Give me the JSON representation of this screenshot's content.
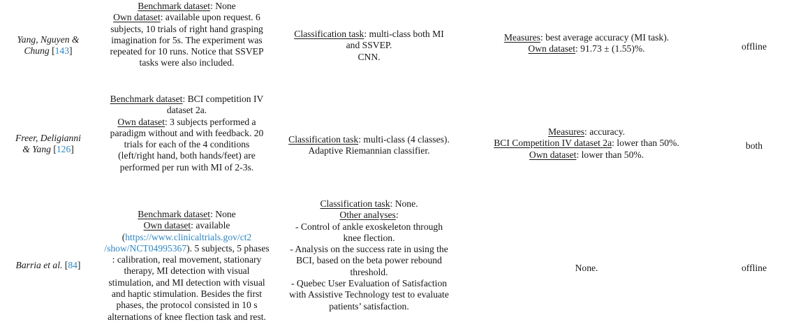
{
  "meta": {
    "link_color": "#2e86c1",
    "text_color": "#161616",
    "background_color": "#ffffff"
  },
  "table": {
    "rows": [
      {
        "study": "Yang, Nguyen & Chung [143]",
        "mode": "offline",
        "cells": {
          "authors": [
            {
              "s": "i",
              "t": "Yang, Nguyen &\nChung "
            },
            {
              "s": "p",
              "t": "["
            },
            {
              "s": "l",
              "t": "143",
              "n": "citation-ref-143"
            },
            {
              "s": "p",
              "t": "]"
            }
          ],
          "dataset": [
            {
              "s": "u",
              "t": "Benchmark dataset"
            },
            {
              "s": "p",
              "t": ": None\n"
            },
            {
              "s": "u",
              "t": "Own dataset"
            },
            {
              "s": "p",
              "t": ": available upon request. 6\nsubjects, 10 trials of right hand grasping\nimagination for 5s. The experiment was\nrepeated for 10 runs. Notice that SSVEP\ntasks were also included."
            }
          ],
          "classification": [
            {
              "s": "u",
              "t": "Classification task"
            },
            {
              "s": "p",
              "t": ": multi-class both MI\nand SSVEP.\nCNN."
            }
          ],
          "measures": [
            {
              "s": "u",
              "t": "Measures"
            },
            {
              "s": "p",
              "t": ": best average accuracy (MI task).\n"
            },
            {
              "s": "u",
              "t": "Own dataset"
            },
            {
              "s": "p",
              "t": ": 91.73 ± (1.55)%."
            }
          ]
        }
      },
      {
        "study": "Freer, Deligianni & Yang [126]",
        "mode": "both",
        "cells": {
          "authors": [
            {
              "s": "i",
              "t": "Freer, Deligianni\n& Yang "
            },
            {
              "s": "p",
              "t": "["
            },
            {
              "s": "l",
              "t": "126",
              "n": "citation-ref-126"
            },
            {
              "s": "p",
              "t": "]"
            }
          ],
          "dataset": [
            {
              "s": "u",
              "t": "Benchmark dataset"
            },
            {
              "s": "p",
              "t": ": BCI competition IV\ndataset 2a.\n"
            },
            {
              "s": "u",
              "t": "Own dataset"
            },
            {
              "s": "p",
              "t": ": 3 subjects performed a\nparadigm without and with feedback. 20\ntrials for each of the 4 conditions\n(left/right hand, both hands/feet) are\nperformed per run with MI of 2-3s."
            }
          ],
          "classification": [
            {
              "s": "u",
              "t": "Classification task"
            },
            {
              "s": "p",
              "t": ": multi-class (4 classes).\nAdaptive Riemannian classifier."
            }
          ],
          "measures": [
            {
              "s": "u",
              "t": "Measures"
            },
            {
              "s": "p",
              "t": ": accuracy.\n"
            },
            {
              "s": "u",
              "t": "BCI Competition IV dataset 2a"
            },
            {
              "s": "p",
              "t": ": lower than 50%.\n"
            },
            {
              "s": "u",
              "t": "Own dataset"
            },
            {
              "s": "p",
              "t": ": lower than 50%."
            }
          ]
        }
      },
      {
        "study": "Barria et al. [84]",
        "mode": "offline",
        "cells": {
          "authors": [
            {
              "s": "i",
              "t": "Barria et al. "
            },
            {
              "s": "p",
              "t": "["
            },
            {
              "s": "l",
              "t": "84",
              "n": "citation-ref-84"
            },
            {
              "s": "p",
              "t": "]"
            }
          ],
          "dataset": [
            {
              "s": "u",
              "t": "Benchmark dataset"
            },
            {
              "s": "p",
              "t": ": None\n"
            },
            {
              "s": "u",
              "t": "Own dataset"
            },
            {
              "s": "p",
              "t": ": available\n("
            },
            {
              "s": "l",
              "t": "https://www.clinicaltrials.gov/ct2\n/show/NCT04995367",
              "n": "clinicaltrials-url-link"
            },
            {
              "s": "p",
              "t": "). 5 subjects, 5 phases\n: calibration, real movement, stationary\ntherapy, MI detection with visual\nstimulation, and MI detection with visual\nand haptic stimulation. Besides the first\nphases, the protocol consisted in 10 s\nalternations of knee flection task and rest."
            }
          ],
          "classification": [
            {
              "s": "u",
              "t": "Classification task"
            },
            {
              "s": "p",
              "t": ": None.\n"
            },
            {
              "s": "u",
              "t": "Other analyses"
            },
            {
              "s": "p",
              "t": ":\n- Control of ankle exoskeleton through\nknee flection.\n- Analysis on the success rate in using the\nBCI, based on the beta power rebound\nthreshold.\n- Quebec User Evaluation of Satisfaction\nwith Assistive Technology test to evaluate\npatients’ satisfaction."
            }
          ],
          "measures": [
            {
              "s": "p",
              "t": "None."
            }
          ]
        }
      }
    ]
  }
}
